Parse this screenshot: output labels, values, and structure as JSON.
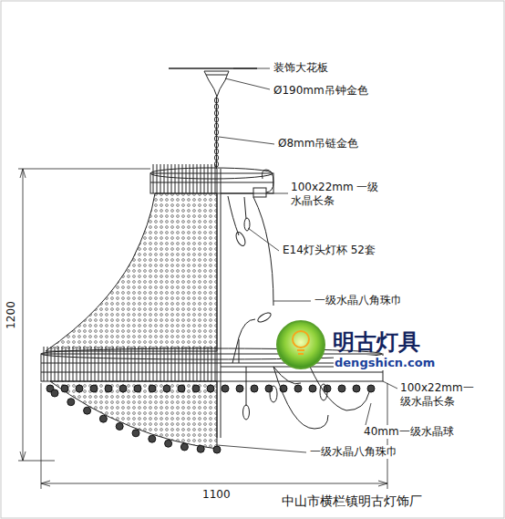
{
  "diagram": {
    "labels": [
      "装饰大花板",
      "Ø190mm吊钟金色",
      "Ø8mm吊链金色",
      "100x22mm 一级水晶长条",
      "E14灯头灯杯 52套",
      "一级水晶八角珠巾",
      "100x22mm一 级水晶长条",
      "40mm一级水晶球",
      "一级水晶八角珠巾",
      "1200",
      "1100",
      "明古灯具",
      "dengshicn.com",
      "中山市横栏镇明古灯饰厂"
    ]
  }
}
